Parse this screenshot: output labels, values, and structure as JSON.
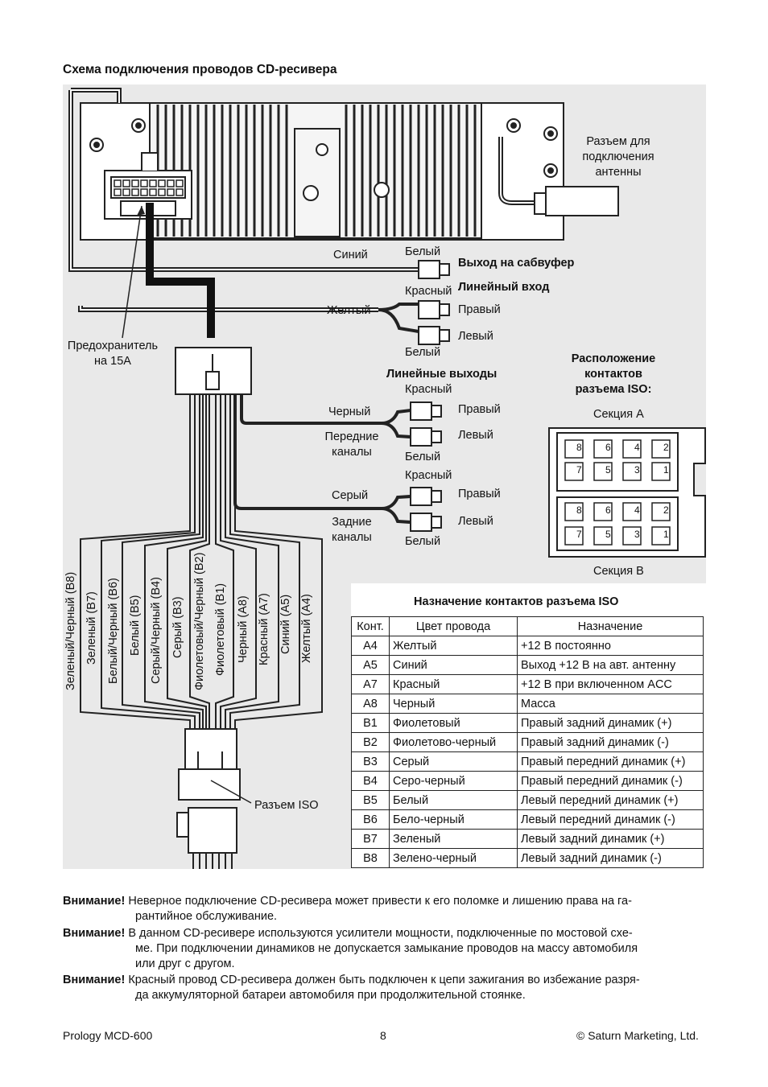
{
  "title": "Схема подключения проводов CD-ресивера",
  "antenna_label": [
    "Разъем для",
    "подключения",
    "антенны"
  ],
  "fuse_label": [
    "Предохранитель",
    "на 15А"
  ],
  "subwoofer": {
    "wire": "Синий",
    "plug": "Белый",
    "out": "Выход на сабвуфер"
  },
  "line_in": {
    "title": "Линейный вход",
    "wire": "Желтый",
    "red": "Красный",
    "white": "Белый",
    "right": "Правый",
    "left": "Левый"
  },
  "line_out_title": "Линейные выходы",
  "front": {
    "wire": "Черный",
    "group": [
      "Передние",
      "каналы"
    ],
    "red": "Красный",
    "white": "Белый",
    "right": "Правый",
    "left": "Левый"
  },
  "rear": {
    "wire": "Серый",
    "group": [
      "Задние",
      "каналы"
    ],
    "red": "Красный",
    "white": "Белый",
    "right": "Правый",
    "left": "Левый"
  },
  "iso_layout_title": [
    "Расположение",
    "контактов",
    "разъема ISO:"
  ],
  "section_a": "Секция A",
  "section_b": "Секция B",
  "pin_numbers_top": [
    "8",
    "6",
    "4",
    "2"
  ],
  "pin_numbers_bottom": [
    "7",
    "5",
    "3",
    "1"
  ],
  "wire_labels": [
    "Зеленый/Черный (B8)",
    "Зеленый (B7)",
    "Белый/Черный (B6)",
    "Белый (B5)",
    "Серый/Черный (B4)",
    "Серый (B3)",
    "Фиолетовый/Черный (B2)",
    "Фиолетовый (B1)",
    "Черный (A8)",
    "Красный (A7)",
    "Синий (A5)",
    "Желтый (A4)"
  ],
  "iso_connector_label": "Разъем ISO",
  "table_title": "Назначение контактов разъема ISO",
  "table_headers": [
    "Конт.",
    "Цвет провода",
    "Назначение"
  ],
  "table_rows": [
    [
      "A4",
      "Желтый",
      "+12 В постоянно"
    ],
    [
      "A5",
      "Синий",
      "Выход +12 В на авт. антенну"
    ],
    [
      "A7",
      "Красный",
      "+12 В при включенном ACC"
    ],
    [
      "A8",
      "Черный",
      "Масса"
    ],
    [
      "B1",
      "Фиолетовый",
      "Правый задний динамик (+)"
    ],
    [
      "B2",
      "Фиолетово-черный",
      "Правый задний динамик (-)"
    ],
    [
      "B3",
      "Серый",
      "Правый передний динамик (+)"
    ],
    [
      "B4",
      "Серо-черный",
      "Правый передний динамик (-)"
    ],
    [
      "B5",
      "Белый",
      "Левый передний динамик (+)"
    ],
    [
      "B6",
      "Бело-черный",
      "Левый передний динамик (-)"
    ],
    [
      "B7",
      "Зеленый",
      "Левый задний динамик (+)"
    ],
    [
      "B8",
      "Зелено-черный",
      "Левый задний динамик (-)"
    ]
  ],
  "warnings": [
    {
      "head": "Внимание!",
      "l1": "Неверное подключение CD-ресивера может привести к его поломке и лишению права на га-",
      "l2": "рантийное обслуживание.",
      "l3": ""
    },
    {
      "head": "Внимание!",
      "l1": "В данном CD-ресивере используются усилители мощности, подключенные по мостовой схе-",
      "l2": "ме. При подключении динамиков не допускается замыкание проводов на массу автомобиля",
      "l3": "или друг с другом."
    },
    {
      "head": "Внимание!",
      "l1": "Красный провод CD-ресивера должен быть подключен к цепи зажигания во избежание разря-",
      "l2": "да аккумуляторной батареи автомобиля при продолжительной стоянке.",
      "l3": ""
    }
  ],
  "footer": {
    "left": "Prology MCD-600",
    "center": "8",
    "right": "© Saturn Marketing, Ltd."
  }
}
